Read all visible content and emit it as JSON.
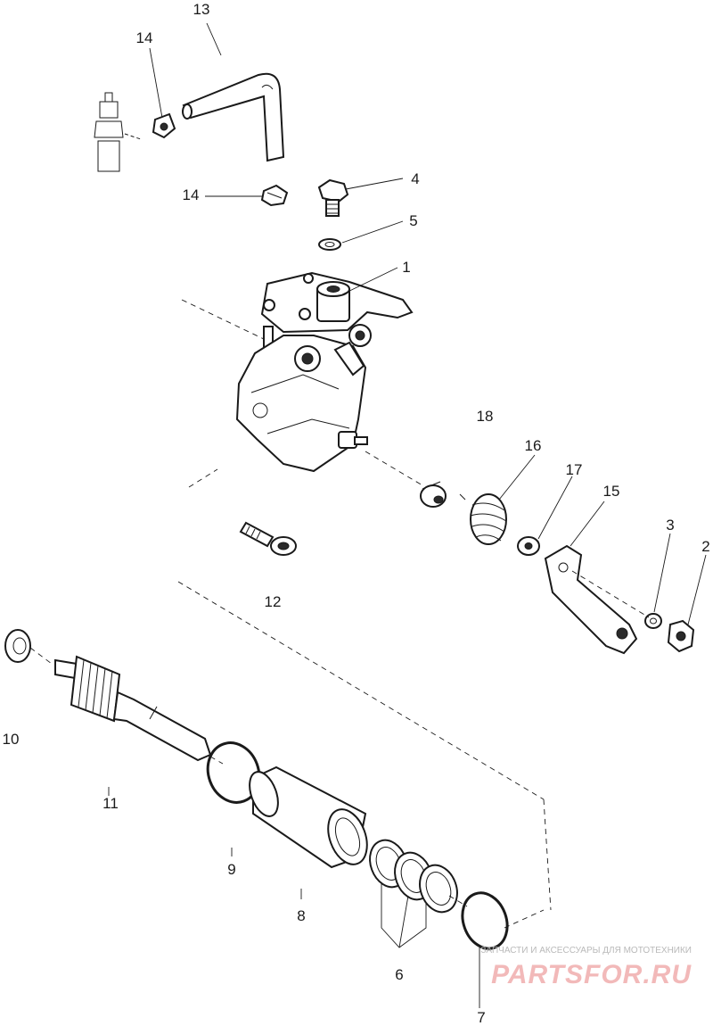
{
  "labels": {
    "l1": "1",
    "l2": "2",
    "l3": "3",
    "l4": "4",
    "l5": "5",
    "l6": "6",
    "l7": "7",
    "l8": "8",
    "l9": "9",
    "l10": "10",
    "l11": "11",
    "l12": "12",
    "l13": "13",
    "l14a": "14",
    "l14b": "14",
    "l15": "15",
    "l16": "16",
    "l17": "17",
    "l18": "18"
  },
  "watermark": {
    "caption": "ЗАПЧАСТИ И АКСЕССУАРЫ ДЛЯ МОТОТЕХНИКИ",
    "brand": "PARTSFOR.RU"
  },
  "colors": {
    "ink": "#1a1a1a",
    "watermark_brand": "#f2b9b9",
    "watermark_caption": "#b9b9b9"
  }
}
